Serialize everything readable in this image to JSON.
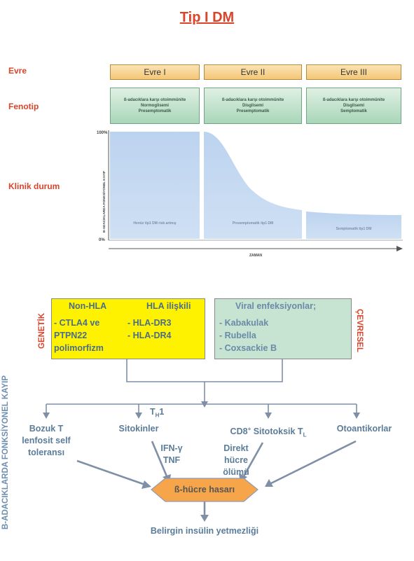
{
  "title": "Tip I DM",
  "row_labels": {
    "evre": "Evre",
    "fenotip": "Fenotip",
    "klinik": "Klinik durum"
  },
  "stages": [
    "Evre I",
    "Evre II",
    "Evre III"
  ],
  "phenotypes": [
    [
      "ß-adacıklara karşı otoimmünite",
      "Normoglisemi",
      "Presemptomatik"
    ],
    [
      "ß-adacıklara karşı otoimmünite",
      "Disglisemi",
      "Presemptomatik"
    ],
    [
      "ß-adacıklara karşı otoimmünite",
      "Disglisemi",
      "Semptomatik"
    ]
  ],
  "chart_data": {
    "type": "area",
    "ylabel": "B-ADACIKLARDA FONKSİYONEL KAYIP",
    "xlabel": "ZAMAN",
    "ytick_top": "100%",
    "ytick_bottom": "0%",
    "region_labels": [
      "Henüz tip1 DM risk artmış",
      "Presemptomatik tip1 DM",
      "Semptomatik tip1 DM"
    ]
  },
  "genetic": {
    "side_label": "GENETİK",
    "header_left": "Non-HLA",
    "header_right": "HLA ilişkili",
    "left_items": [
      "- CTLA4 ve",
      "PTPN22",
      "polimorfizm"
    ],
    "right_items": [
      "- HLA-DR3",
      "- HLA-DR4"
    ]
  },
  "environment": {
    "side_label": "ÇEVRESEL",
    "header": "Viral enfeksiyonlar;",
    "items": [
      "- Kabakulak",
      "- Rubella",
      "- Coxsackie B"
    ]
  },
  "left_vertical": "B-ADACIKLARDA FONKSİYONEL KAYIP",
  "th1": {
    "main": "T",
    "sub": "H",
    "suffix": "1"
  },
  "causes": {
    "bozuk": [
      "Bozuk T",
      "lenfosit self",
      "toleransı"
    ],
    "sitokinler": "Sitokinler",
    "cd8": {
      "pre": "CD8",
      "sup": "+",
      "mid": " Sitotoksik T",
      "sub": "L"
    },
    "otoantikorlar": "Otoantikorlar",
    "ifn": [
      "IFN-γ",
      "TNF"
    ],
    "direkt": [
      "Direkt",
      "hücre ölümü"
    ]
  },
  "damage": "ß-hücre hasarı",
  "outcome": "Belirgin insülin yetmezliği"
}
